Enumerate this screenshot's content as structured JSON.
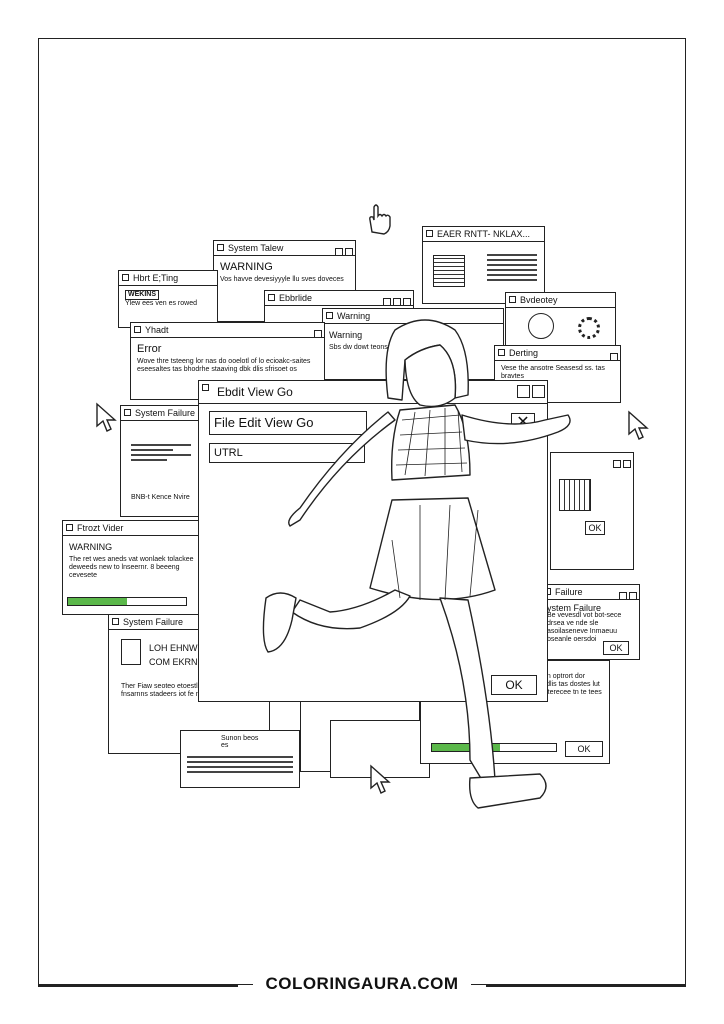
{
  "windows": {
    "w_eaer": {
      "title": "EAER RNTT- NKLAX..."
    },
    "w_systemtalew": {
      "title": "System Talew",
      "heading": "WARNING",
      "text": "Vos havve devesiyyyle llu sves doveces"
    },
    "w_hbrting": {
      "title": "Hbrt E;Ting",
      "tag": "WEKINS",
      "text": "Ylew ees ven es rowed"
    },
    "w_ebbrlide": {
      "title": "Ebbrlide"
    },
    "w_warning_mid": {
      "title": "Warning",
      "heading": "Warning",
      "text": "Sbs dw dowt teonsre bve dy d"
    },
    "w_bvdeotey": {
      "title": "Bvdeotey"
    },
    "w_yhadt": {
      "title": "Yhadt",
      "heading": "Error",
      "text": "Wove thre tsteeng lor nas do ooelotl of lo ecioakc-saites eseesaltes tas bhodrhe staaving dbk dlis sfrisoet os"
    },
    "w_derting": {
      "title": "Derting",
      "text": "Vese the ansotre Seasesd ss. tas bravtes"
    },
    "w_system_failure_left": {
      "title": "System Failure",
      "text": "BNB-t Kence Nvire"
    },
    "w_main": {
      "title": "Ebdit  View Go",
      "menu": "File Edit View Go",
      "url": "UTRL",
      "ok": "OK"
    },
    "w_right_ok": {
      "ok": "OK"
    },
    "w_ftrozt": {
      "title": "Ftrozt Vider",
      "heading": "WARNING",
      "text": "The ret wes aneds vat wonlaek tolackee deweeds new to lnseernr. 8 beeeng cevesete"
    },
    "w_system_failure_bl": {
      "title": "System Failure",
      "line1": "LOH EHNW",
      "line2": "COM EKRN A",
      "text": "Ther Fiaw seoteo etoestl perry in lev fnsarnns stadeers iot fe nas dtvee etore"
    },
    "w_failure_br": {
      "title": "Failure",
      "heading": "ystem Failure",
      "text": "Be vevesdl vot bot-sece drsea ve nde sle asoilaseneve Inmaeuu bseanle oersdoi",
      "ok": "OK"
    },
    "w_bottom_right": {
      "text": "Tesc estren optrort dor nedoo bn dlis tas dostes lut otter dsec terecee tn te tees",
      "ok": "OK"
    },
    "w_bottom_center": {
      "text": "Sunon beos es"
    }
  },
  "footer": {
    "site": "COLORINGAURA.COM"
  },
  "colors": {
    "progress": "#5bb84a",
    "ink": "#222222"
  }
}
